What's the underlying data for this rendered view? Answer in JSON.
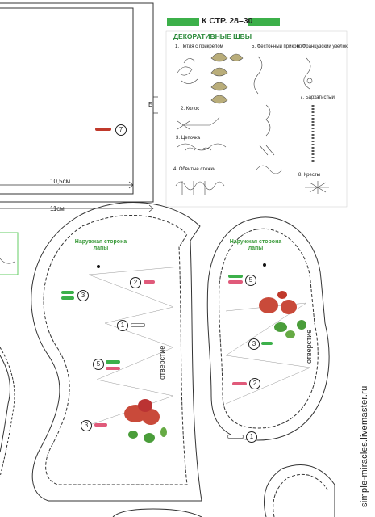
{
  "header": {
    "title": "К СТР. 28–30"
  },
  "stitches": {
    "section_title": "ДЕКОРАТИВНЫЕ ШВЫ",
    "items": [
      {
        "num": "1.",
        "name": "Петля с прикрепом"
      },
      {
        "num": "2.",
        "name": "Колос"
      },
      {
        "num": "3.",
        "name": "Цепочка"
      },
      {
        "num": "4.",
        "name": "Обвитые стежки"
      },
      {
        "num": "5.",
        "name": "Фестонный прикреп"
      },
      {
        "num": "6.",
        "name": "Французский узелок"
      },
      {
        "num": "7.",
        "name": "Бархатистый"
      },
      {
        "num": "8.",
        "name": "Кресты"
      }
    ]
  },
  "dimensions": {
    "inner_width": "10,5см",
    "outer_width": "11см",
    "side_label": "Б"
  },
  "pattern": {
    "outer_side_label": "Наружная сторона лапы",
    "opening_label": "отверстие",
    "left_paw_markers": [
      "3",
      "2",
      "1",
      "5",
      "3"
    ],
    "right_paw_markers": [
      "5",
      "3",
      "2",
      "1"
    ],
    "top_marker": "7"
  },
  "watermark": "simple-miracles.livemaster.ru",
  "colors": {
    "green": "#3cb04a",
    "pink": "#e05a7a",
    "red": "#c0392b",
    "leaf": "#3e9a3a"
  }
}
